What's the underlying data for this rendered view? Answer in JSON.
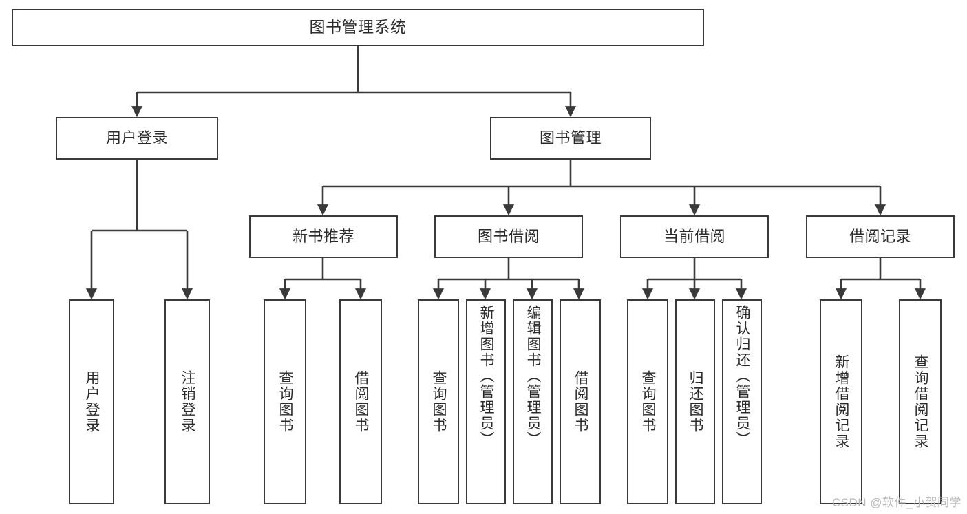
{
  "diagram": {
    "title": "图书管理系统",
    "type": "tree-hierarchy-chart",
    "stroke_color": "#3a3a3a",
    "background_color": "#ffffff",
    "nodes": {
      "root": {
        "label": "图书管理系统"
      },
      "level2": [
        {
          "id": "user-login",
          "label": "用户登录"
        },
        {
          "id": "book-manage",
          "label": "图书管理"
        }
      ],
      "level3": [
        {
          "id": "new-book-recommend",
          "label": "新书推荐"
        },
        {
          "id": "book-borrow",
          "label": "图书借阅"
        },
        {
          "id": "current-borrow",
          "label": "当前借阅"
        },
        {
          "id": "borrow-record",
          "label": "借阅记录"
        }
      ],
      "leaves": [
        {
          "id": "leaf-user-login",
          "label": "用户登录",
          "parent": "user-login"
        },
        {
          "id": "leaf-logout-login",
          "label": "注销登录",
          "parent": "user-login"
        },
        {
          "id": "leaf-query-book-1",
          "label": "查询图书",
          "parent": "new-book-recommend"
        },
        {
          "id": "leaf-borrow-book-1",
          "label": "借阅图书",
          "parent": "new-book-recommend"
        },
        {
          "id": "leaf-query-book-2",
          "label": "查询图书",
          "parent": "book-borrow"
        },
        {
          "id": "leaf-add-book",
          "label": "新增图书（管理员）",
          "parent": "book-borrow"
        },
        {
          "id": "leaf-edit-book",
          "label": "编辑图书（管理员）",
          "parent": "book-borrow"
        },
        {
          "id": "leaf-borrow-book-2",
          "label": "借阅图书",
          "parent": "book-borrow"
        },
        {
          "id": "leaf-query-book-3",
          "label": "查询图书",
          "parent": "current-borrow"
        },
        {
          "id": "leaf-return-book",
          "label": "归还图书",
          "parent": "current-borrow"
        },
        {
          "id": "leaf-confirm-return",
          "label": "确认归还（管理员）",
          "parent": "current-borrow"
        },
        {
          "id": "leaf-add-record",
          "label": "新增借阅记录",
          "parent": "borrow-record"
        },
        {
          "id": "leaf-query-record",
          "label": "查询借阅记录",
          "parent": "borrow-record"
        }
      ]
    }
  },
  "watermark": {
    "text": "CSDN @软件_小贺同学"
  }
}
